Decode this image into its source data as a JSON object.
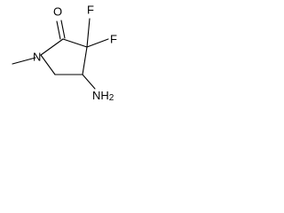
{
  "molecule": {
    "atoms": {
      "oxygen": "O",
      "fluorine_top": "F",
      "fluorine_right": "F",
      "nitrogen": "N",
      "amine": "NH2"
    },
    "colors": {
      "bond": "#000000",
      "label": "#000000",
      "background": "#ffffff"
    }
  }
}
